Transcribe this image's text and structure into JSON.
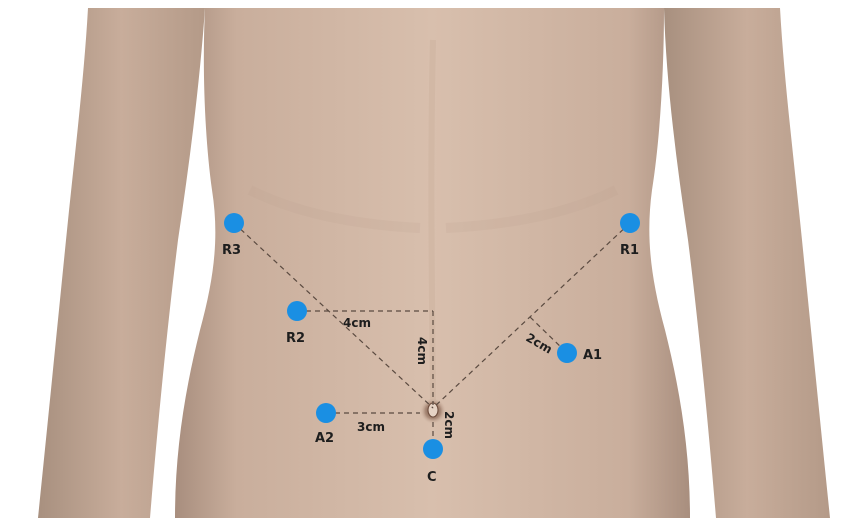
{
  "ports": [
    {
      "id": "r3",
      "label": "R3"
    },
    {
      "id": "r1",
      "label": "R1"
    },
    {
      "id": "r2",
      "label": "R2"
    },
    {
      "id": "a1",
      "label": "A1"
    },
    {
      "id": "a2",
      "label": "A2"
    },
    {
      "id": "c",
      "label": "C"
    }
  ],
  "dimensions": {
    "r2_horizontal": "4cm",
    "r2_vertical": "4cm",
    "a1_offset": "2cm",
    "a2_horizontal": "3cm",
    "c_vertical": "2cm"
  },
  "colors": {
    "port_marker": "#1a8fe3",
    "guide_line": "#5a4a40",
    "background": "#ffffff"
  }
}
